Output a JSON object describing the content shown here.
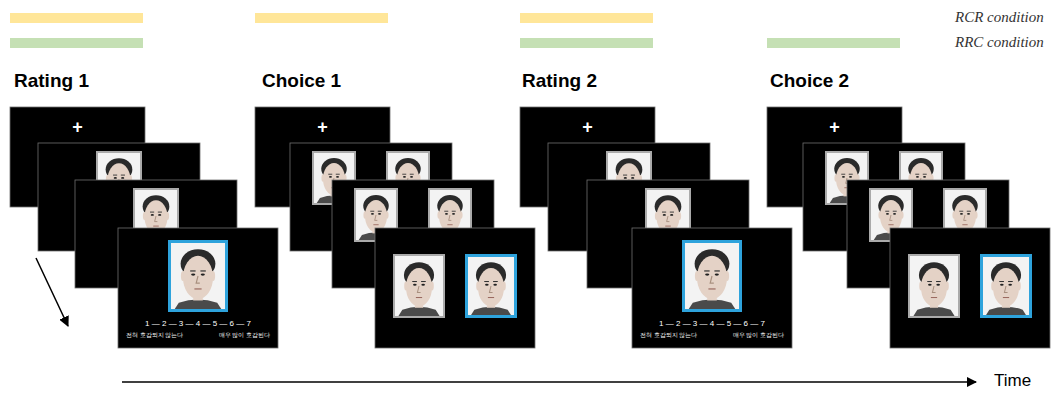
{
  "diagram": {
    "nodes": [
      {
        "text": [
          "+"
        ]
      },
      {
        "text": [
          "1 — 2 — 3 — 4 — 5 — 6 — 7",
          "전혀 호감되지 않는다",
          "매우 많이 호감된다"
        ]
      },
      {
        "text": [
          "+"
        ]
      },
      {
        "text": [
          "+"
        ]
      },
      {
        "text": [
          "1 — 2 — 3 — 4 — 5 — 6 — 7",
          "전혀 호감되지 않는다",
          "매우 많이 호감된다"
        ]
      },
      {
        "text": [
          "+"
        ]
      }
    ],
    "labels": [
      "Rating 1",
      "Choice 1",
      "Rating 2",
      "Choice 2",
      "Time"
    ],
    "legend": [
      {
        "text": "RCR condition",
        "color": "#ffe699"
      },
      {
        "text": "RRC condition",
        "color": "#c5e0b4"
      }
    ]
  }
}
